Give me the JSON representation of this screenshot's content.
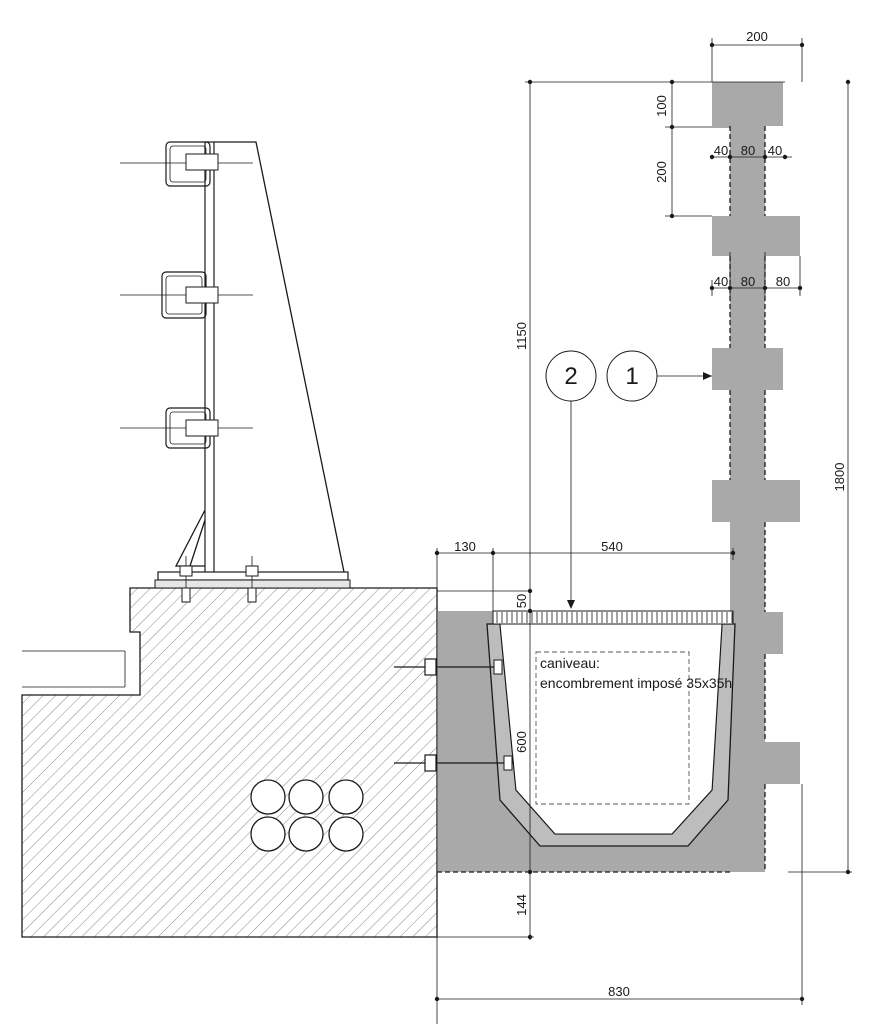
{
  "dimensions": {
    "top_width": "200",
    "head_height": "100",
    "neck_height": "200",
    "neck_left": "40",
    "neck_core": "80",
    "neck_right": "40",
    "mid_left": "40",
    "mid_core": "80",
    "mid_right": "80",
    "wall_height": "1150",
    "total_height": "1800",
    "offset_130": "130",
    "channel_width": "540",
    "grating_thickness": "50",
    "channel_depth": "600",
    "bottom_144": "144",
    "overall_width": "830"
  },
  "callouts": {
    "one": "1",
    "two": "2"
  },
  "note": {
    "line1": "caniveau:",
    "line2": "encombrement imposé 35x35h"
  },
  "colors": {
    "concrete_fill": "#a9a9a9",
    "line": "#1a1a1a",
    "background": "#ffffff"
  }
}
